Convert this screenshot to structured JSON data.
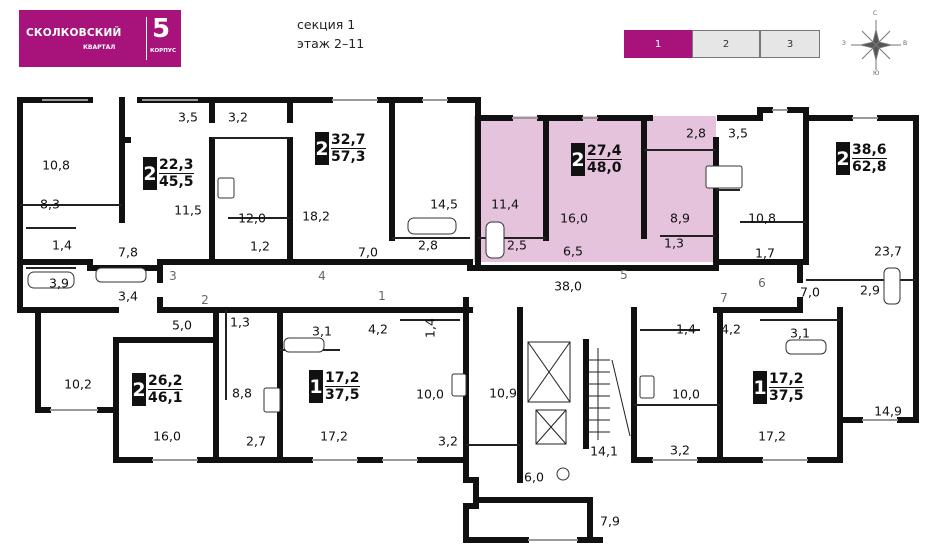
{
  "logo": {
    "name": "СКОЛКОВСКИЙ",
    "sub": "КВАРТАЛ",
    "number": "5",
    "number_sub": "КОРПУС",
    "color": "#a8137b"
  },
  "info": {
    "section": "секция 1",
    "floors": "этаж 2–11"
  },
  "sections": [
    {
      "label": "1",
      "active": true
    },
    {
      "label": "2",
      "active": false
    },
    {
      "label": "3",
      "active": false
    }
  ],
  "compass": {
    "n": "С",
    "s": "Ю",
    "w": "З",
    "e": "В"
  },
  "highlight_color": "#e6c3dc",
  "apartments": [
    {
      "id": "apt-a",
      "rooms": "2",
      "living": "22,3",
      "total": "45,5"
    },
    {
      "id": "apt-b",
      "rooms": "2",
      "living": "32,7",
      "total": "57,3"
    },
    {
      "id": "apt-c",
      "rooms": "2",
      "living": "27,4",
      "total": "48,0"
    },
    {
      "id": "apt-d",
      "rooms": "2",
      "living": "38,6",
      "total": "62,8"
    },
    {
      "id": "apt-e",
      "rooms": "2",
      "living": "26,2",
      "total": "46,1"
    },
    {
      "id": "apt-f",
      "rooms": "1",
      "living": "17,2",
      "total": "37,5"
    },
    {
      "id": "apt-g",
      "rooms": "1",
      "living": "17,2",
      "total": "37,5"
    }
  ],
  "room_areas": [
    "10,8",
    "8,3",
    "1,4",
    "7,8",
    "3,9",
    "3,4",
    "3,5",
    "11,5",
    "3,2",
    "12,0",
    "1,2",
    "18,2",
    "7,0",
    "2,8",
    "14,5",
    "11,4",
    "2,5",
    "16,0",
    "6,5",
    "2,8",
    "8,9",
    "1,3",
    "3,5",
    "10,8",
    "1,7",
    "23,7",
    "38,0",
    "7,0",
    "2,9",
    "5,0",
    "1,3",
    "3,1",
    "4,2",
    "1,4",
    "10,2",
    "8,8",
    "16,0",
    "2,7",
    "17,2",
    "10,0",
    "3,2",
    "10,9",
    "6,0",
    "14,1",
    "7,9",
    "10,0",
    "1,4",
    "4,2",
    "3,1",
    "3,2",
    "17,2",
    "14,9"
  ],
  "door_numbers": [
    "3",
    "4",
    "5",
    "6",
    "2",
    "1",
    "7"
  ]
}
